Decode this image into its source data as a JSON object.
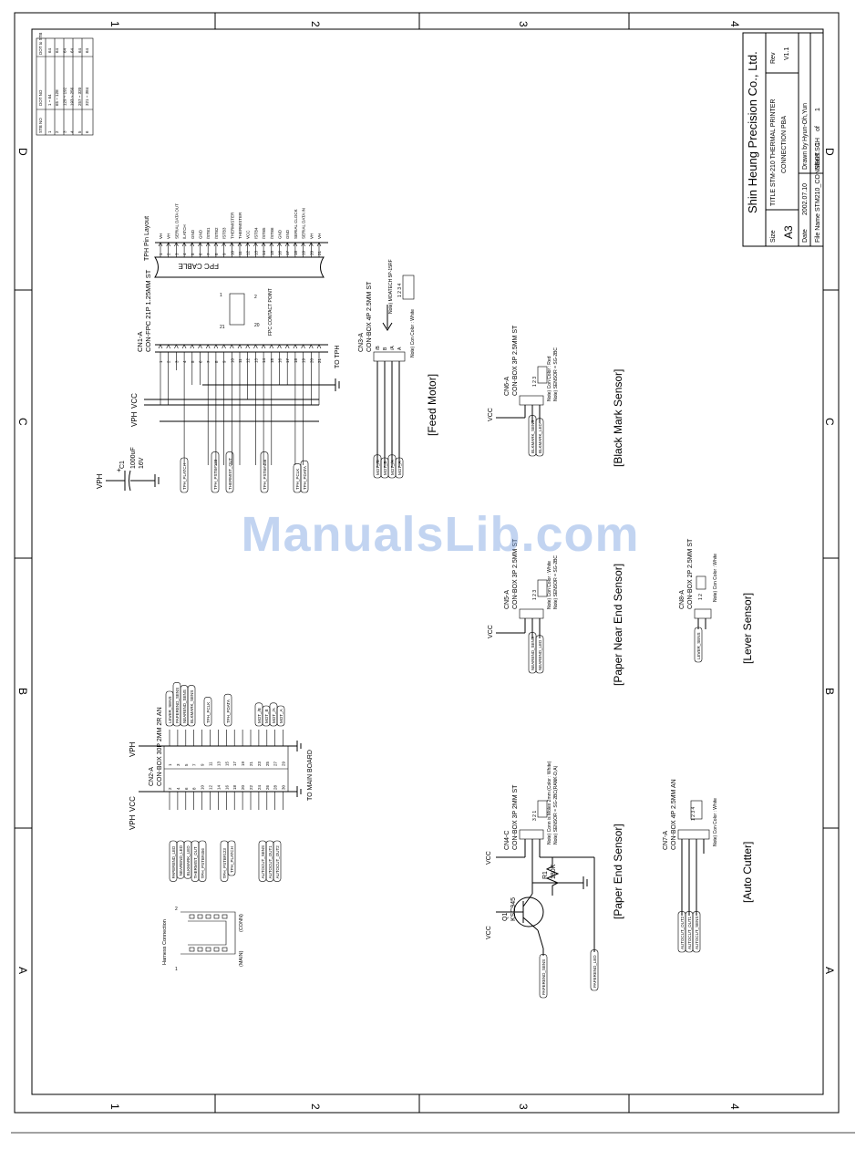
{
  "frame": {
    "top_numbers": [
      "1",
      "2",
      "3",
      "4"
    ],
    "bottom_numbers": [
      "1",
      "2",
      "3",
      "4"
    ],
    "left_letters": [
      "D",
      "C",
      "B",
      "A"
    ],
    "right_letters": [
      "D",
      "C",
      "B",
      "A"
    ]
  },
  "title_block": {
    "company": "Shin Heung Precision Co., Ltd.",
    "size_label": "Size",
    "size_value": "A3",
    "title_label": "TITLE :",
    "title_line1": "STM-210 THERMAL PRINTER",
    "title_line2": "CONNECTION PBA",
    "rev_label": "Rev",
    "rev_value": "V1.1",
    "date_label": "Date",
    "date_value": "2002.07.10",
    "drawn_label": "Drawn by",
    "drawn_value": "Hyun-Oh,Yun",
    "file_label": "File Name",
    "file_value": "STM210_CONNECT.SCH",
    "sheet_label": "Sheet",
    "sheet_value": "1",
    "of_label": "of",
    "of_value": "1"
  },
  "stb_table": {
    "headers": [
      "STB NO",
      "DOT NO",
      "DOT to STB"
    ],
    "rows": [
      [
        "1",
        "1 ~ 64",
        "64"
      ],
      [
        "2",
        "65 ~ 128",
        "64"
      ],
      [
        "3",
        "129 ~ 192",
        "64"
      ],
      [
        "4",
        "193 ~ 256",
        "64"
      ],
      [
        "5",
        "257 ~ 320",
        "64"
      ],
      [
        "6",
        "321 ~ 384",
        "64"
      ]
    ]
  },
  "tph": {
    "pin_layout_title": "TPH Pin Layout",
    "pins": [
      "1",
      "2",
      "3",
      "4",
      "5",
      "6",
      "7",
      "8",
      "9",
      "10",
      "11",
      "12",
      "13",
      "14",
      "15",
      "16",
      "17",
      "18",
      "19",
      "20",
      "21"
    ],
    "pin_names": [
      "VH",
      "VH",
      "SERIAL DATA OUT",
      "/LATCH",
      "GND",
      "GND",
      "/STB1",
      "/STB2",
      "/STB3",
      "THERMISTER",
      "THERMISTER",
      "VCC",
      "/STB4",
      "/STB5",
      "/STB6",
      "GND",
      "GND",
      "SERIAL CLOCK",
      "SERIAL DATA IN",
      "VH",
      "VH"
    ],
    "fpc_cable": "FPC CABLE",
    "cn1_ref": "CN1-A",
    "cn1_part": "CON-FPC 21P 1.25MM ST",
    "fpc_contact": "FPC CONTACT POINT",
    "to_tph": "TO TPH",
    "contact_pins": [
      "1",
      "2",
      "21",
      "20"
    ]
  },
  "power": {
    "vph": "VPH",
    "vcc": "VCC",
    "c1_ref": "C1",
    "c1_value": "1000uF",
    "c1_voltage": "16V",
    "plus": "+"
  },
  "cn1_nets": [
    "TPH_PLATCH",
    "TPH_PSTB#123",
    "THERMIST_OUT",
    "TPH_PSTB#456",
    "TPH_PCLK",
    "TPH_PDATA"
  ],
  "feed_motor": {
    "ref": "CN3-A",
    "part": "CON-BOX 4P 2.5MM ST",
    "pin_names": [
      "/B",
      "B",
      "/A",
      "A"
    ],
    "nets": [
      "MOT_/B",
      "MOT_B",
      "MOT_/A",
      "MOT_A"
    ],
    "note_motor": "Note) MOATECH 5P-15RF",
    "note_color": "Note) Con Color : White",
    "pin_numbers": "1 2 3 4",
    "label": "[Feed Motor]"
  },
  "black_mark": {
    "ref": "CN6-A",
    "part": "CON-BOX 3P 2.5MM ST",
    "vcc": "VCC",
    "nets": [
      "BLKMARK_SENS",
      "BLKMARK_LED"
    ],
    "note_color": "Note) Con Color : Red",
    "note_sensor": "Note) SENSOR = SG-2BC",
    "pin_numbers": "1 2 3",
    "label": "[Black Mark Sensor]"
  },
  "near_end": {
    "ref": "CN5-A",
    "part": "CON-BOX 3P 2.5MM ST",
    "vcc": "VCC",
    "nets": [
      "NEAREND_SENS",
      "NEAREND_LED"
    ],
    "note_color": "Note) Con Color : White",
    "note_sensor": "Note) SENSOR = SG-2BC",
    "pin_numbers": "1 2 3",
    "label": "[Paper Near End Sensor]"
  },
  "lever": {
    "ref": "CN8-A",
    "part": "CON-BOX 2P 2.5MM ST",
    "nets": [
      "LEVER_SENS"
    ],
    "note_color": "Note) Con Color : White",
    "pin_numbers": "1 2",
    "label": "[Lever Sensor]"
  },
  "main_board": {
    "ref": "CN2-A",
    "part": "CON-BOX 30P 2MM 2R AN",
    "vph": "VPH",
    "vcc": "VCC",
    "to_main": "TO MAIN BOARD",
    "odd_pins": [
      "1",
      "3",
      "5",
      "7",
      "9",
      "11",
      "13",
      "15",
      "17",
      "19",
      "21",
      "23",
      "25",
      "27",
      "29"
    ],
    "even_pins": [
      "2",
      "4",
      "6",
      "8",
      "10",
      "12",
      "14",
      "16",
      "18",
      "20",
      "22",
      "24",
      "26",
      "28",
      "30"
    ],
    "right_nets": [
      "LEVER_SENS",
      "PAPEREND_SENS",
      "NEAREND_SENS",
      "BLKMARK_SENS",
      "TPH_PCLK",
      "TPH_PDATA",
      "MOT_/B",
      "MOT_B",
      "MOT_/A",
      "MOT_A"
    ],
    "left_nets": [
      "PAPEREND_LED",
      "NEAREND_LED",
      "BLKMARK_LED",
      "THERMIST_OUT",
      "TPH_PSTB#456",
      "TPH_PSTB#123",
      "TPH_PLATCH",
      "AUTOCUT_SENS",
      "AUTOCUT_OUT1",
      "AUTOCUT_OUT2"
    ]
  },
  "harness": {
    "title": "Harness Connection",
    "conn": "(CONN)",
    "main": "(MAIN)",
    "pins": [
      "1",
      "2",
      "1",
      "2"
    ]
  },
  "paper_end": {
    "ref": "CN4-C",
    "part": "CON-BOX 3P 2MM ST",
    "vcc_top": "VCC",
    "vcc_q": "VCC",
    "q_ref": "Q1",
    "q_part": "KSC945",
    "r_ref": "R1",
    "r_value": "180K",
    "pin_numbers": "3 2 1",
    "note_conn": "Note) Conn is Molex 2mm (Color : White)",
    "note_sensor": "Note) SENSOR = SG-2BC(RANK-D,A)",
    "nets": [
      "PAPEREND_SENS",
      "PAPEREND_LED"
    ],
    "label": "[Paper End Sensor]"
  },
  "auto_cutter": {
    "ref": "CN7-A",
    "part": "CON-BOX 4P 2.5MM AN",
    "nets": [
      "AUTOCUT_OUT2",
      "AUTOCUT_OUT1",
      "AUTOCUT_SENS"
    ],
    "note_color": "Note) Con Color : White",
    "pin_numbers": "1 2 3 4",
    "label": "[Auto Cutter]"
  },
  "watermark": "ManualsLib.com"
}
